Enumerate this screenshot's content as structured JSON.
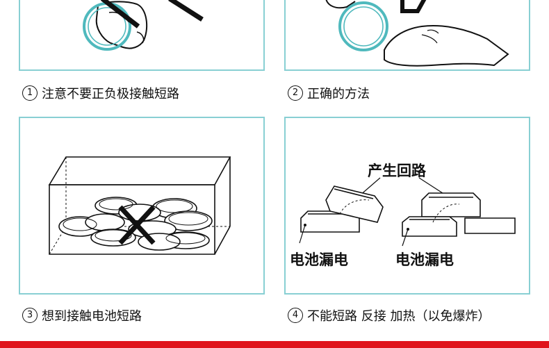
{
  "panels": [
    {
      "caption_num": "1",
      "caption": "注意不要正负极接触短路"
    },
    {
      "caption_num": "2",
      "caption": "正确的方法"
    },
    {
      "caption_num": "3",
      "caption": "想到接触电池短路"
    },
    {
      "caption_num": "4",
      "caption": "不能短路 反接 加热（以免爆炸）"
    }
  ],
  "panel4_labels": {
    "top": "产生回路",
    "left": "电池漏电",
    "right": "电池漏电"
  },
  "colors": {
    "panel_border": "#88cfd3",
    "coin_cell_ring": "#4fb9bd",
    "cross": "#111111",
    "bottom_bar": "#e0141c"
  }
}
